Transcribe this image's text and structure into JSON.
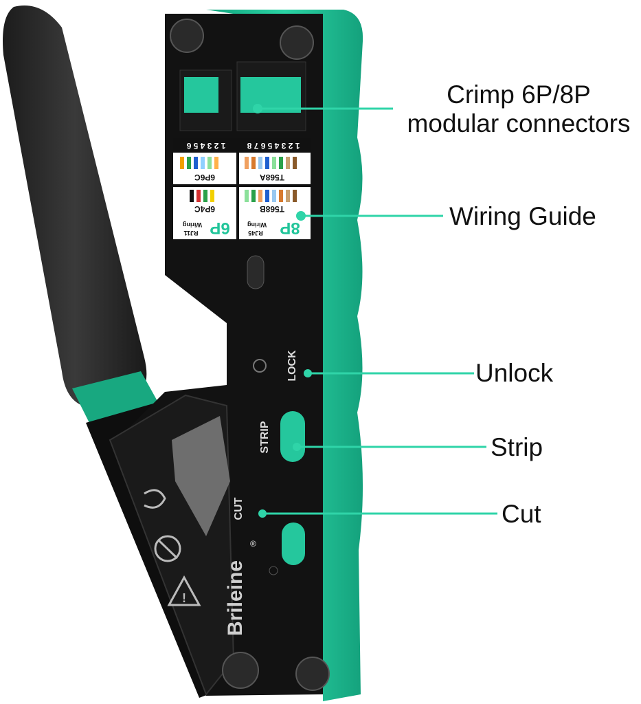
{
  "callouts": {
    "crimp_line1": "Crimp 6P/8P",
    "crimp_line2": "modular connectors",
    "wiring_guide": "Wiring Guide",
    "unlock": "Unlock",
    "strip": "Strip",
    "cut": "Cut"
  },
  "tool": {
    "brand": "Brileine",
    "registered": "®",
    "lock_label": "LOCK",
    "strip_label": "STRIP",
    "cut_label": "CUT",
    "pin_numbers_6": "1 2 3 4 5 6",
    "pin_numbers_8": "1 2 3 4 5 6 7 8",
    "label_6p6c": "6P6C",
    "label_6p4c": "6P4C",
    "label_t568a": "T568A",
    "label_t568b": "T568B",
    "badge_6p": "6P",
    "badge_8p": "8P",
    "rj11": "RJ11",
    "rj45": "RJ45",
    "wiring": "Wiring"
  },
  "colors": {
    "accent_green": "#22c59a",
    "tool_body": "#111111",
    "handle": "#2a2a2a",
    "leader_line": "#2fd4a8"
  }
}
